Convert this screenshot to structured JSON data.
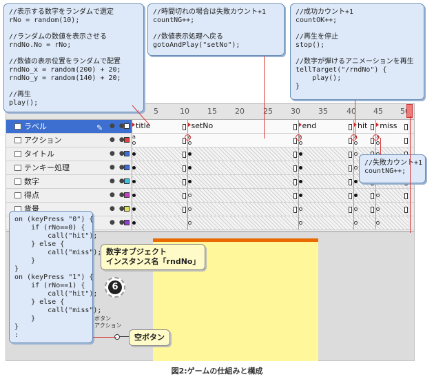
{
  "callouts": {
    "random_frame": "//表示する数字をランダムで選定\nrNo = random(10);\n\n//ランダムの数値を表示させる\nrndNo.No = rNo;\n\n//数値の表示位置をランダムで配置\nrndNo_x = random(200) + 20;\nrndNo_y = random(140) + 20;\n\n//再生\nplay();",
    "timeout": "//時間切れの場合は失敗カウント+1\ncountNG++;\n\n//数値表示処理へ戻る\ngotoAndPlay(\"setNo\");",
    "success": "//成功カウント+1\ncountOK++;\n\n//再生を停止\nstop();\n\n//数字が弾けるアニメーションを再生\ntellTarget(\"/rndNo\") {\n    play();\n}",
    "miss": "//失敗カウント+1\ncountNG++;",
    "button_script": "on (keyPress \"0\") {\n    if (rNo==0) {\n        call(\"hit\");\n    } else {\n        call(\"miss\");\n    }\n}\non (keyPress \"1\") {\n    if (rNo==1) {\n        call(\"hit\");\n    } else {\n        call(\"miss\");\n    }\n}\n:"
  },
  "ruler": {
    "ticks": [
      "5",
      "10",
      "15",
      "20",
      "25",
      "30",
      "35",
      "40",
      "45",
      "50"
    ]
  },
  "layers": [
    {
      "name": "ラベル",
      "color": "#ffffff",
      "selected": true
    },
    {
      "name": "アクション",
      "color": "#e04040"
    },
    {
      "name": "タイトル",
      "color": "#3a6fd8"
    },
    {
      "name": "テンキー処理",
      "color": "#3a6fd8"
    },
    {
      "name": "数字",
      "color": "#40c0e0"
    },
    {
      "name": "得点",
      "color": "#c040c0"
    },
    {
      "name": "背景",
      "color": "#e0e060"
    },
    {
      "name": "",
      "color": "#9040d0"
    }
  ],
  "frame_labels": [
    "title",
    "setNo",
    "end",
    "hit",
    "miss"
  ],
  "stage_notes": {
    "instance": "数字オブジェクト\nインスタンス名「rndNo」",
    "number": "6",
    "button_label_line1": "ボタン",
    "button_label_line2": "アクション",
    "empty_button": "空ボタン"
  },
  "caption": "図2:ゲームの仕組みと構成",
  "colors": {
    "callout_bg": "#dde9f9",
    "accent_red": "#d83a3a",
    "stage_yellow": "#fff79a",
    "selected_layer": "#3d6fd0"
  }
}
